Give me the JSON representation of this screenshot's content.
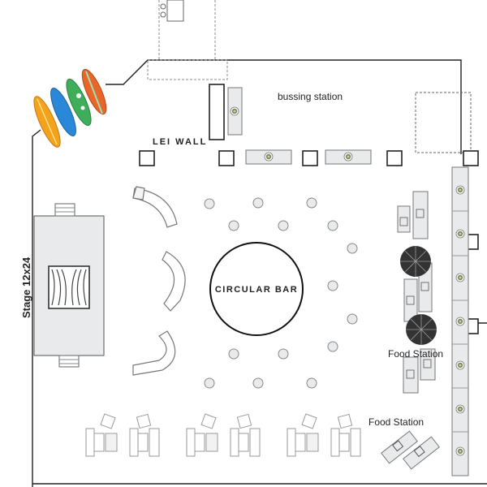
{
  "labels": {
    "bussing_station": "bussing station",
    "lei_wall": "LEI WALL",
    "stage": "Stage 12x24",
    "circular_bar": "CIRCULAR BAR",
    "food_station_1": "Food Station",
    "food_station_2": "Food Station"
  },
  "colors": {
    "line": "#222222",
    "thin_line": "#9a9a9a",
    "fill_gray": "#e8eaec",
    "centerpiece": "#7a8a5a",
    "umbrella": "#333333",
    "surf1": "#f4a21c",
    "surf2": "#2b88d8",
    "surf3": "#3fae5a",
    "surf4": "#e8662a"
  }
}
